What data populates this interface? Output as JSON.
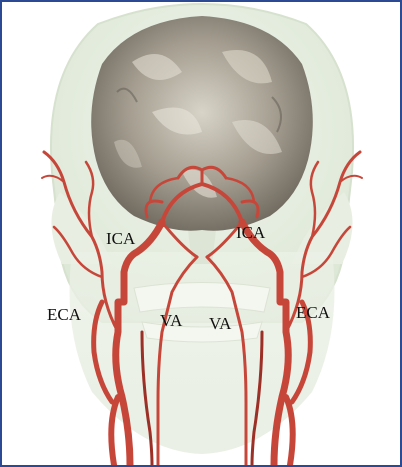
{
  "labels": {
    "ica_left": "ICA",
    "ica_right": "ICA",
    "eca_left": "ECA",
    "eca_right": "ECA",
    "va_left": "VA",
    "va_right": "VA"
  },
  "colors": {
    "border": "#2b4a93",
    "artery": "#c6473a",
    "artery_dark": "#9c2f26",
    "skull": "#e3eddc",
    "brain": "#8d877c"
  }
}
